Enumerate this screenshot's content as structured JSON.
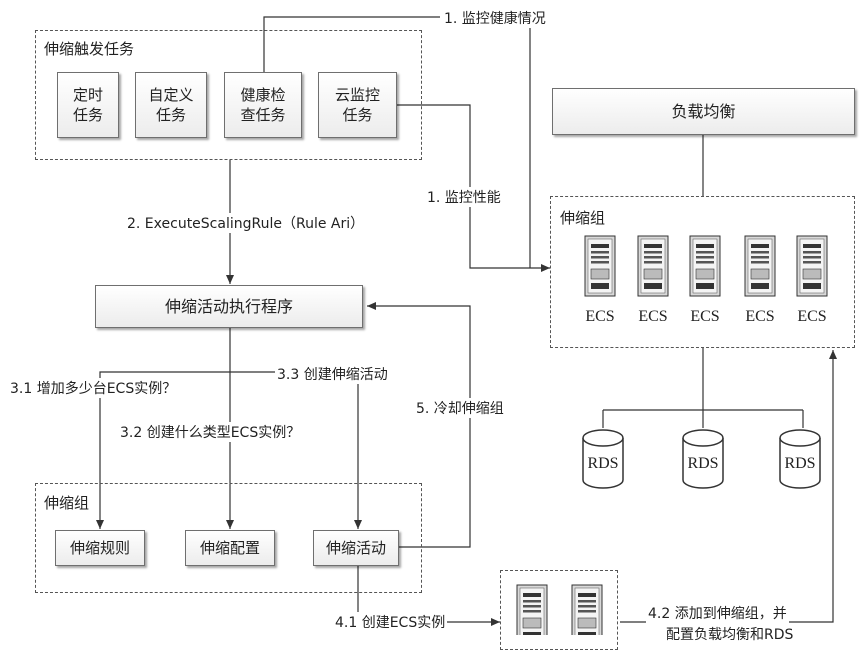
{
  "trigger_group": {
    "title": "伸缩触发任务",
    "tasks": [
      "定时\n任务",
      "自定义\n任务",
      "健康检\n查任务",
      "云监控\n任务"
    ]
  },
  "load_balancer": "负载均衡",
  "scaling_group_right": {
    "title": "伸缩组",
    "ecs_labels": [
      "ECS",
      "ECS",
      "ECS",
      "ECS",
      "ECS"
    ]
  },
  "rds_labels": [
    "RDS",
    "RDS",
    "RDS"
  ],
  "executor": "伸缩活动执行程序",
  "scaling_group_bottom": {
    "title": "伸缩组",
    "items": [
      "伸缩规则",
      "伸缩配置",
      "伸缩活动"
    ]
  },
  "edges": {
    "monitor_health": "1. 监控健康情况",
    "monitor_perf": "1. 监控性能",
    "execute_rule": "2. ExecuteScalingRule（Rule Ari）",
    "how_many": "3.1 增加多少台ECS实例？",
    "what_type": "3.2 创建什么类型ECS实例？",
    "create_activity": "3.3 创建伸缩活动",
    "cooldown": "5. 冷却伸缩组",
    "create_ecs": "4.1 创建ECS实例",
    "add_to_group_l1": "4.2 添加到伸缩组，并",
    "add_to_group_l2": "配置负载均衡和RDS"
  }
}
